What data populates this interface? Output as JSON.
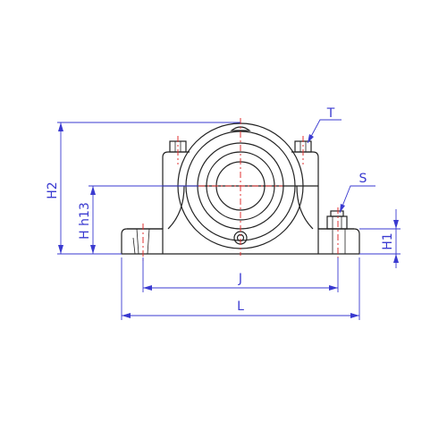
{
  "labels": {
    "H2": "H2",
    "H_h13": "H h13",
    "T": "T",
    "S": "S",
    "H1": "H1",
    "J": "J",
    "L": "L"
  },
  "colors": {
    "outline": "#222222",
    "dimension": "#3a3ad0",
    "centerline": "#e03030",
    "background": "#ffffff"
  }
}
